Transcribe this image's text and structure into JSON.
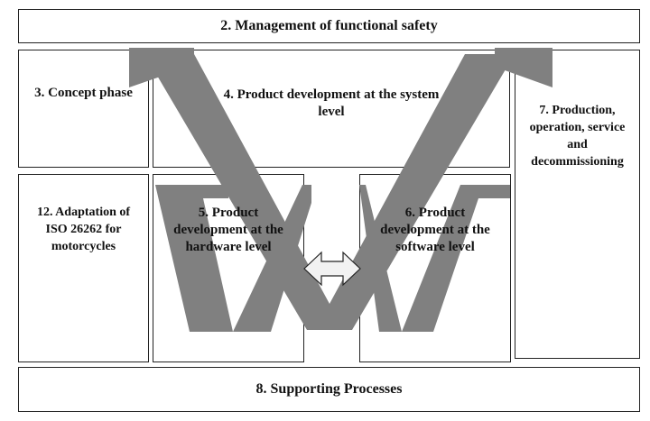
{
  "diagram": {
    "management": "2. Management of functional safety",
    "concept": "3. Concept phase",
    "system_level": {
      "line1": "4. Product development at the system",
      "line2": "level"
    },
    "production": {
      "line1": "7. Production,",
      "line2": "operation, service",
      "line3": "and",
      "line4": "decommissioning"
    },
    "motorcycles": {
      "line1": "12. Adaptation of",
      "line2": "ISO 26262 for",
      "line3": "motorcycles"
    },
    "hardware": {
      "line1": "5. Product",
      "line2": "development at the",
      "line3": "hardware level"
    },
    "software": {
      "line1": "6. Product",
      "line2": "development at the",
      "line3": "software level"
    },
    "supporting": "8. Supporting Processes",
    "colors": {
      "v_shape": "#808080",
      "arrow_fill": "#f2f2f2",
      "border": "#222222"
    },
    "icons": {
      "hw_sw_link": "double-headed-arrow-icon"
    }
  }
}
